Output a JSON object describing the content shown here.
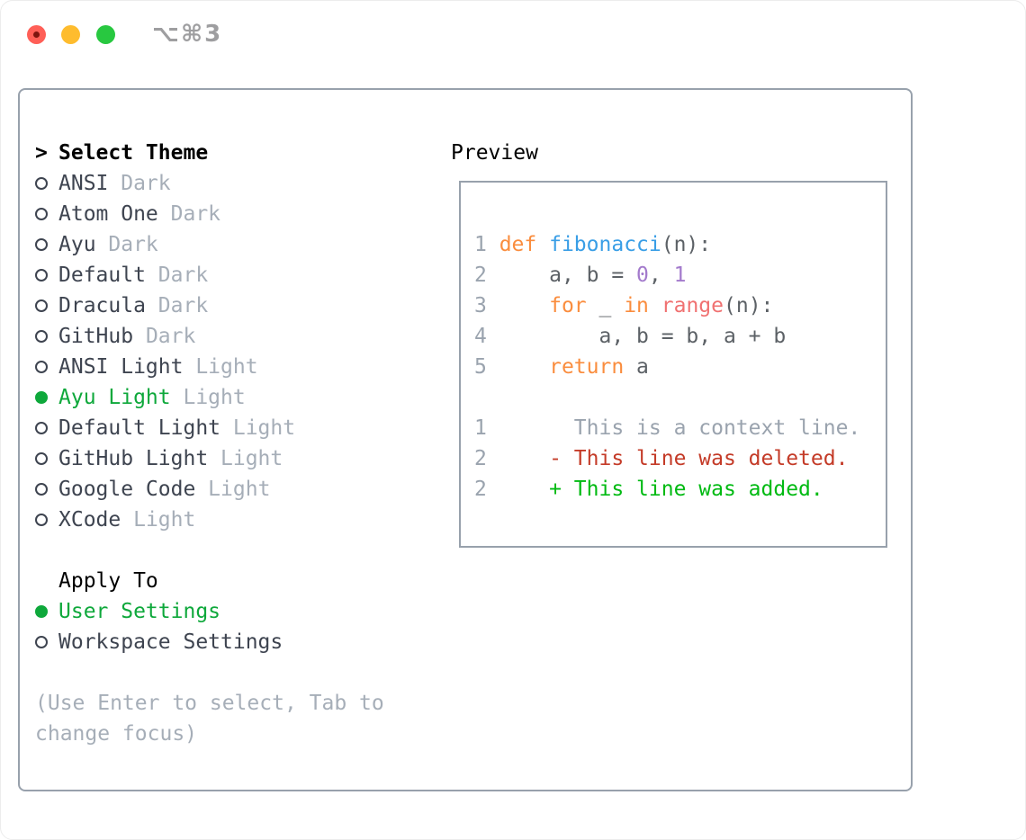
{
  "window": {
    "shortcut": "⌥⌘3"
  },
  "colors": {
    "traffic_red": "#FF5F57",
    "traffic_red_dot": "#7E150F",
    "traffic_yellow": "#FEBC2E",
    "traffic_green": "#28C840",
    "panel_border": "#98A1AC",
    "text_primary": "#3E4450",
    "text_secondary": "#A6AEB8",
    "selection_green": "#0EA83B",
    "line_number": "#9AA3AE",
    "syntax": {
      "keyword": "#FA8D3E",
      "function": "#399EE6",
      "constant": "#A37ACC",
      "builtin": "#F07171",
      "plain": "#5C6166"
    },
    "diff": {
      "context": "#9AA3AE",
      "deleted": "#C43B28",
      "added": "#00BA12"
    }
  },
  "left": {
    "marker": ">",
    "header": "Select Theme",
    "themes": [
      {
        "name": "ANSI",
        "variant": "Dark",
        "selected": false
      },
      {
        "name": "Atom One",
        "variant": "Dark",
        "selected": false
      },
      {
        "name": "Ayu",
        "variant": "Dark",
        "selected": false
      },
      {
        "name": "Default",
        "variant": "Dark",
        "selected": false
      },
      {
        "name": "Dracula",
        "variant": "Dark",
        "selected": false
      },
      {
        "name": "GitHub",
        "variant": "Dark",
        "selected": false
      },
      {
        "name": "ANSI Light",
        "variant": "Light",
        "selected": false
      },
      {
        "name": "Ayu Light",
        "variant": "Light",
        "selected": true
      },
      {
        "name": "Default Light",
        "variant": "Light",
        "selected": false
      },
      {
        "name": "GitHub Light",
        "variant": "Light",
        "selected": false
      },
      {
        "name": "Google Code",
        "variant": "Light",
        "selected": false
      },
      {
        "name": "XCode",
        "variant": "Light",
        "selected": false
      }
    ],
    "apply_to": {
      "header": "Apply To",
      "options": [
        {
          "label": "User Settings",
          "selected": true
        },
        {
          "label": "Workspace Settings",
          "selected": false
        }
      ]
    },
    "help_lines": [
      "(Use Enter to select, Tab to",
      "change focus)"
    ]
  },
  "preview": {
    "title": "Preview",
    "lines": [
      {
        "type": "code",
        "num": "1",
        "tokens": [
          {
            "t": "def",
            "c": "keyword"
          },
          {
            "t": " ",
            "c": "plain"
          },
          {
            "t": "fibonacci",
            "c": "function"
          },
          {
            "t": "(n):",
            "c": "plain"
          }
        ]
      },
      {
        "type": "code",
        "num": "2",
        "tokens": [
          {
            "t": "    a, b = ",
            "c": "plain"
          },
          {
            "t": "0",
            "c": "constant"
          },
          {
            "t": ", ",
            "c": "plain"
          },
          {
            "t": "1",
            "c": "constant"
          }
        ]
      },
      {
        "type": "code",
        "num": "3",
        "tokens": [
          {
            "t": "    ",
            "c": "plain"
          },
          {
            "t": "for",
            "c": "keyword"
          },
          {
            "t": " _ ",
            "c": "plain"
          },
          {
            "t": "in",
            "c": "keyword"
          },
          {
            "t": " ",
            "c": "plain"
          },
          {
            "t": "range",
            "c": "builtin"
          },
          {
            "t": "(n):",
            "c": "plain"
          }
        ]
      },
      {
        "type": "code",
        "num": "4",
        "tokens": [
          {
            "t": "        a, b = b, a + b",
            "c": "plain"
          }
        ]
      },
      {
        "type": "code",
        "num": "5",
        "tokens": [
          {
            "t": "    ",
            "c": "plain"
          },
          {
            "t": "return",
            "c": "keyword"
          },
          {
            "t": " a",
            "c": "plain"
          }
        ]
      },
      {
        "type": "blank"
      },
      {
        "type": "diff",
        "num": "1",
        "kind": "context",
        "text": "      This is a context line."
      },
      {
        "type": "diff",
        "num": "2",
        "kind": "deleted",
        "text": "    - This line was deleted."
      },
      {
        "type": "diff",
        "num": "2",
        "kind": "added",
        "text": "    + This line was added."
      }
    ]
  }
}
